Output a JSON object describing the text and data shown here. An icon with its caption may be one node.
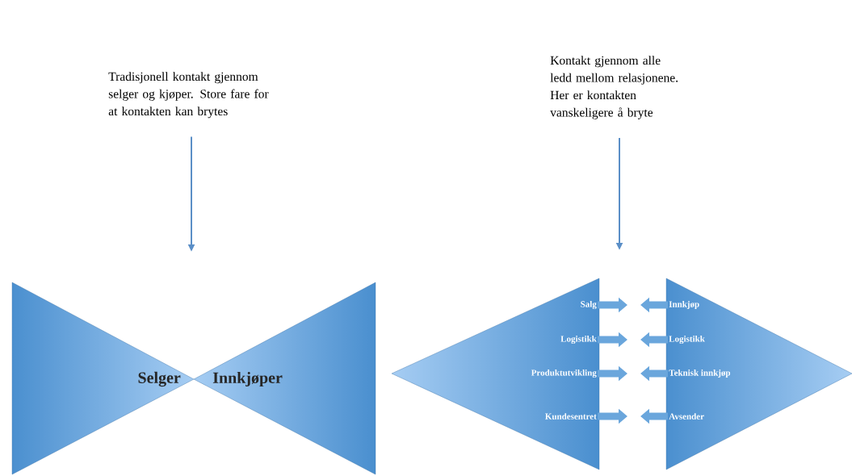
{
  "diagram": {
    "nodes": [
      {
        "text": [
          "Tradisjonell kontakt gjennom selger og kjøper. Store fare for at kontakten kan brytes"
        ]
      },
      {
        "text": [
          "Kontakt gjennom alle ledd mellom relasjonene. Her er kontakten vanskeligere å bryte"
        ]
      },
      {
        "text": [
          "Selger"
        ]
      },
      {
        "text": [
          "Innkjøper"
        ]
      },
      {
        "text": [],
        "shape": "triangle"
      },
      {
        "text": [
          "Salg"
        ],
        "in": 4
      },
      {
        "text": [
          "Logistikk"
        ],
        "in": 4
      },
      {
        "text": [
          "Produktutvikling"
        ],
        "in": 4
      },
      {
        "text": [
          "Kundesentret"
        ],
        "in": 4
      },
      {
        "text": [],
        "shape": "triangle"
      },
      {
        "text": [
          "Innkjøp"
        ],
        "in": 9
      },
      {
        "text": [
          "Logistikk"
        ],
        "in": 9
      },
      {
        "text": [
          "Teknisk innkjøp"
        ],
        "in": 9
      },
      {
        "text": [
          "Avsender"
        ],
        "in": 9
      }
    ],
    "edges": [
      {
        "from": 0,
        "to": null,
        "arrow": "to"
      },
      {
        "from": 1,
        "to": null,
        "arrow": "to"
      },
      {
        "from": 5,
        "to": null,
        "arrow": "to"
      },
      {
        "from": 6,
        "to": null,
        "arrow": "to"
      },
      {
        "from": 7,
        "to": null,
        "arrow": "to"
      },
      {
        "from": 8,
        "to": null,
        "arrow": "to"
      },
      {
        "from": 10,
        "to": null,
        "arrow": "to"
      },
      {
        "from": 11,
        "to": null,
        "arrow": "to"
      },
      {
        "from": 12,
        "to": null,
        "arrow": "to"
      },
      {
        "from": 13,
        "to": null,
        "arrow": "to"
      }
    ]
  }
}
